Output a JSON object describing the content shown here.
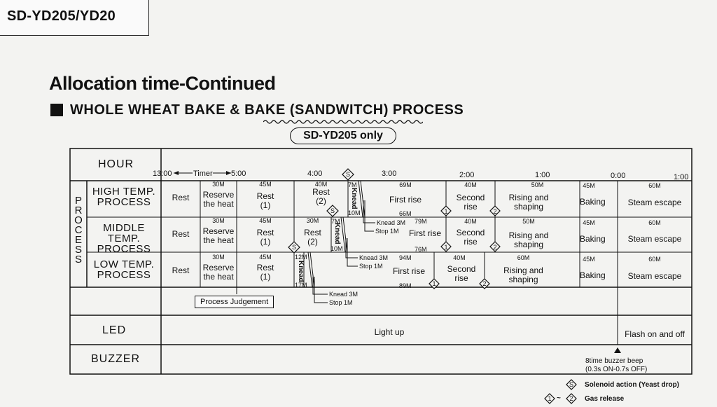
{
  "model": "SD-YD205/YD20",
  "title": "Allocation time-Continued",
  "subtitle": "WHOLE WHEAT BAKE & BAKE (SANDWITCH) PROCESS",
  "only_tag": "SD-YD205 only",
  "rows": {
    "hour": "HOUR",
    "process_letters": [
      "P",
      "R",
      "O",
      "C",
      "E",
      "S",
      "S"
    ],
    "high": [
      "HIGH TEMP.",
      "PROCESS"
    ],
    "middle": [
      "MIDDLE TEMP.",
      "PROCESS"
    ],
    "low": [
      "LOW TEMP.",
      "PROCESS"
    ],
    "led": "LED",
    "buzzer": "BUZZER"
  },
  "time_axis": {
    "t1300": "13:00",
    "timer": "Timer",
    "t500": "5:00",
    "t400": "4:00",
    "t300": "3:00",
    "t200": "2:00",
    "t100": "1:00",
    "t000": "0:00",
    "t100b": "1:00"
  },
  "common": {
    "rest": "Rest",
    "m30": "30M",
    "reserve": [
      "Reserve",
      "the heat"
    ],
    "m45": "45M",
    "rest1": [
      "Rest",
      "(1)"
    ],
    "m40": "40M",
    "rest2": [
      "Rest",
      "(2)"
    ],
    "knead": "Knead",
    "first_rise": "First rise",
    "second_rise": [
      "Second",
      "rise"
    ],
    "rising": [
      "Rising and",
      "shaping"
    ],
    "m50": "50M",
    "m60": "60M",
    "baking": "Baking",
    "steam": "Steam escape",
    "knead3m": "Knead 3M",
    "stop1m": "Stop 1M",
    "solenoid_symbol": "S"
  },
  "high": {
    "m7": "7M",
    "m69": "69M",
    "m10": "10M",
    "m66": "66M",
    "m40b": "40M"
  },
  "middle": {
    "m7": "7M",
    "m79": "79M",
    "m10": "10M",
    "m76": "76M",
    "m30b": "30M"
  },
  "low": {
    "m12": "12M",
    "m94": "94M",
    "m17": "17M",
    "m89": "89M",
    "m40b": "40M"
  },
  "gas": {
    "one": "1",
    "two": "2"
  },
  "process_judgement": "Process Judgement",
  "led": {
    "light_up": "Light up",
    "flash": "Flash on and off"
  },
  "buzzer": {
    "beep1": "8time buzzer beep",
    "beep2": "(0.3s ON-0.7s OFF)"
  },
  "legend": {
    "solenoid": "Solenoid action (Yeast drop)",
    "gas": "Gas release",
    "tilde": "~"
  }
}
